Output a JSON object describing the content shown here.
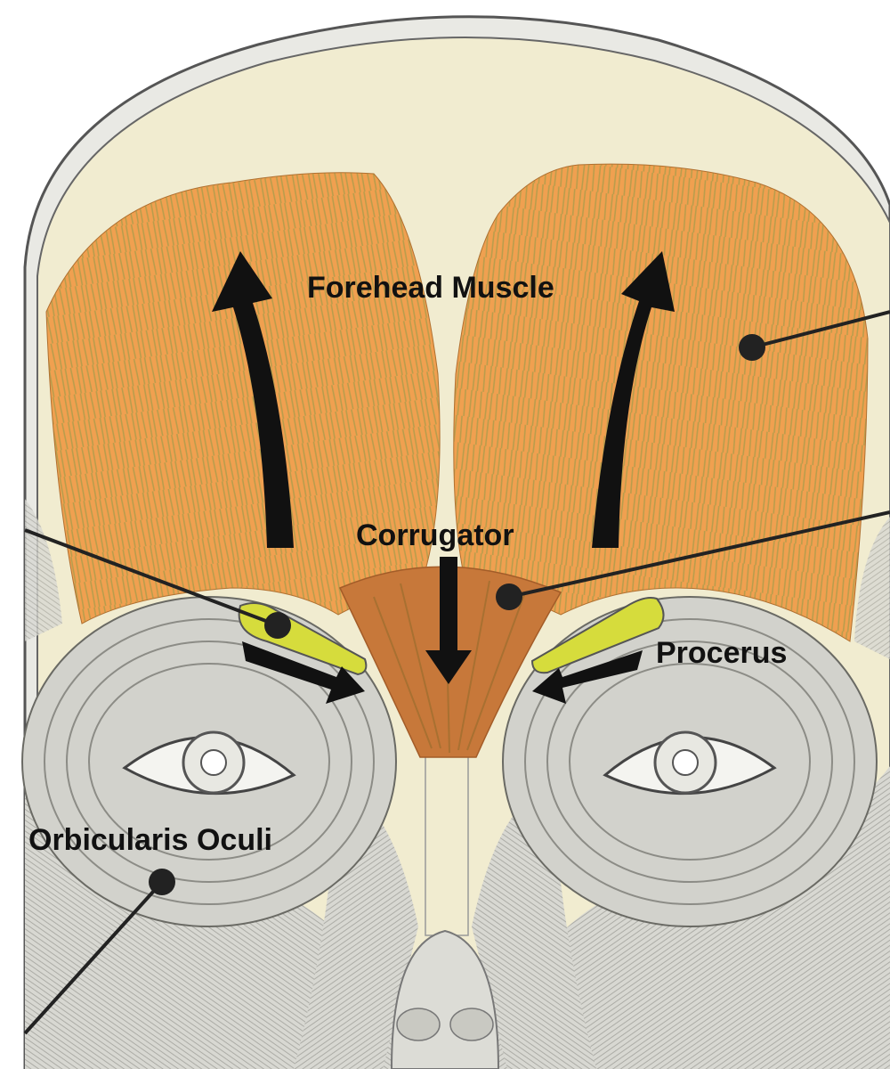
{
  "labels": {
    "forehead": "Forehead Muscle",
    "corrugator": "Corrugator",
    "procerus": "Procerus",
    "orbicularis": "Orbicularis Oculi"
  },
  "colors": {
    "forehead_muscle": "#f0a050",
    "fiber_stripe": "#8a9a48",
    "corrugator_muscle": "#c7783a",
    "procerus_muscle": "#d6dc3c",
    "skull_fill": "#f1ecd0",
    "orbicularis": "#d2d2cc",
    "arrow": "#111111",
    "pointer": "#222222"
  },
  "icons": [
    "up-arrow-icon",
    "down-arrow-icon",
    "inward-arrow-icon",
    "pointer-dot-icon"
  ]
}
